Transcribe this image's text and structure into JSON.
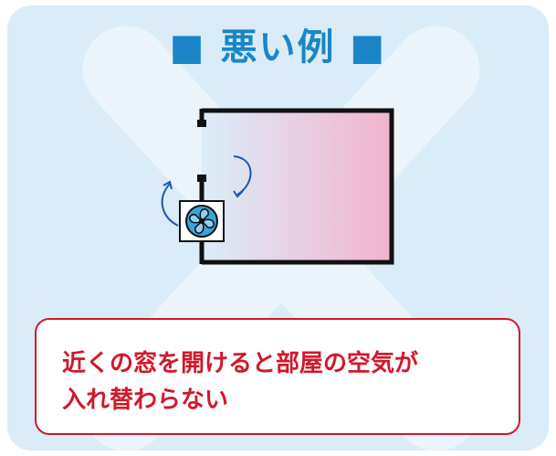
{
  "title": "■ 悪い例 ■",
  "caption": {
    "line1": "近くの窓を開けると部屋の空気が",
    "line2": "入れ替わらない"
  },
  "colors": {
    "panel_bg": "#d9ecf7",
    "cross": "#eaf4fa",
    "title": "#1a86c8",
    "caption": "#d1182b",
    "room_gradient_start": "#dcedf9",
    "room_gradient_end": "#f2b3cd",
    "arrow": "#1f5aa8",
    "fan": "#3aa3d8"
  },
  "icons": {
    "fan": "ventilation-fan-icon",
    "airflow": "curved-arrow-icon"
  }
}
